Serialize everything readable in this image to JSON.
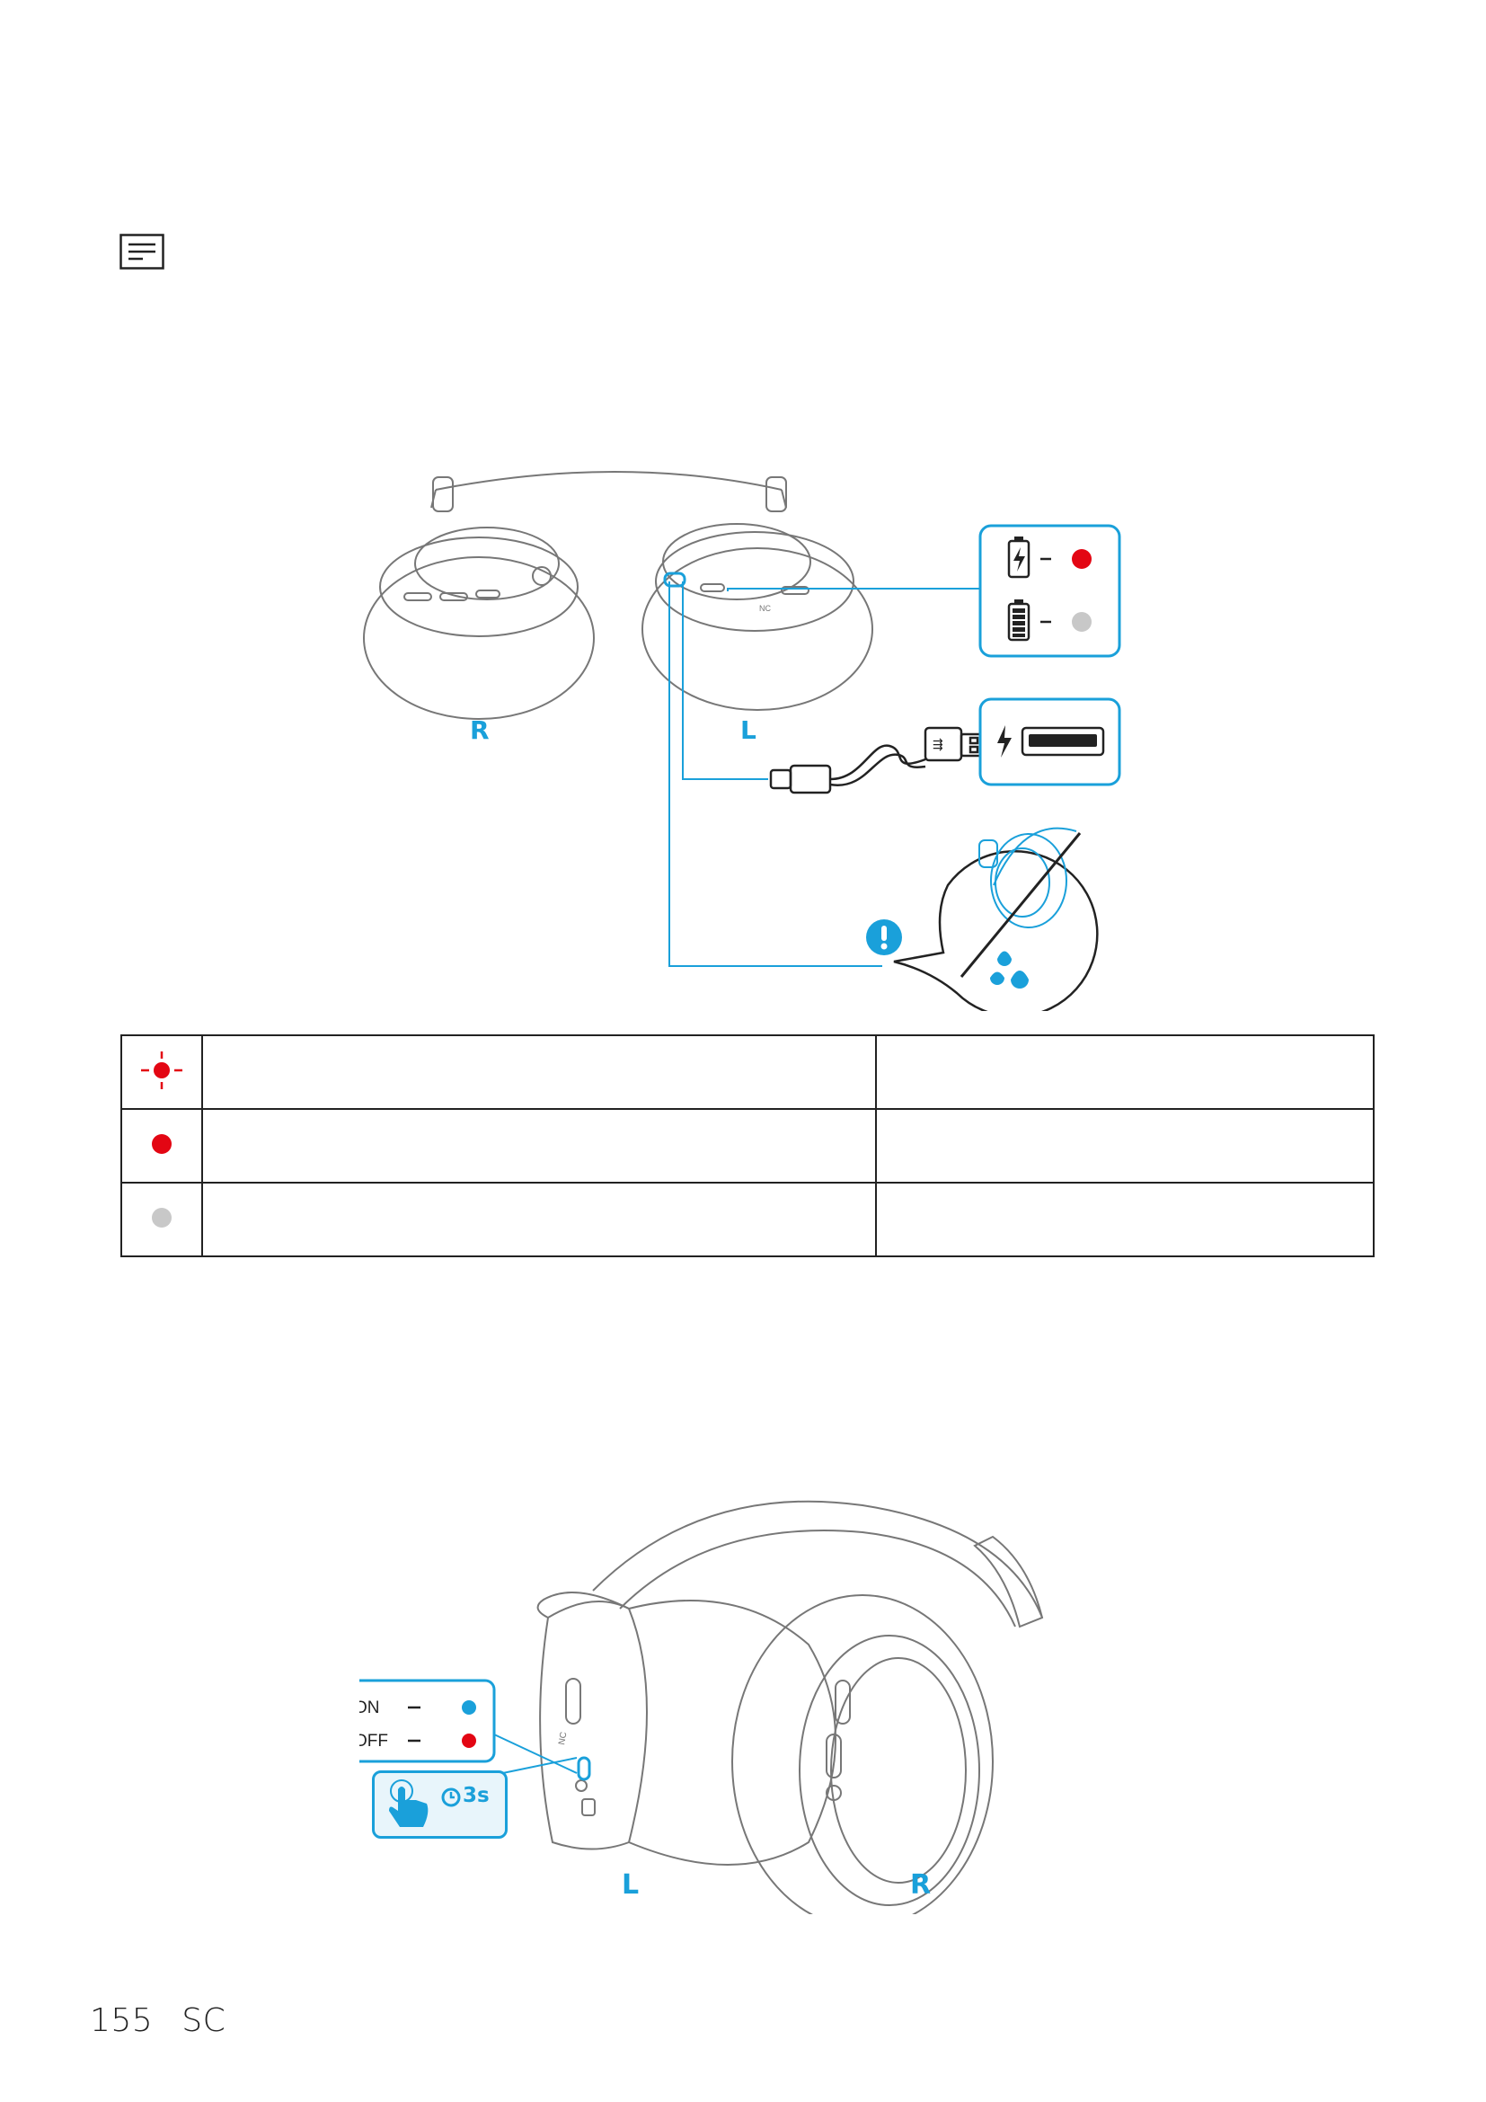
{
  "page": {
    "number": "155",
    "language": "SC"
  },
  "figure_charging": {
    "label_right": "R",
    "label_left": "L",
    "earcup_marking": "NC",
    "indicator_charging_color": "#e30613",
    "indicator_full_color": "#c8c8c8",
    "accent_color": "#1aa0da",
    "icons": [
      "battery-charging-icon",
      "battery-full-icon",
      "usb-c-connector-icon",
      "usb-a-connector-icon",
      "usb-port-icon",
      "warning-icon",
      "no-water-icon"
    ]
  },
  "led_table": {
    "rows": [
      {
        "indicator": "red-flashing-led-icon",
        "description": "",
        "status": ""
      },
      {
        "indicator": "red-solid-led-icon",
        "description": "",
        "status": ""
      },
      {
        "indicator": "white-solid-led-icon",
        "description": "",
        "status": ""
      }
    ]
  },
  "figure_power": {
    "on_label": "ON",
    "off_label": "OFF",
    "on_color": "#1aa0da",
    "off_color": "#e30613",
    "hold_duration": "3s",
    "label_left": "L",
    "label_right": "R",
    "earcup_marking": "NC"
  }
}
